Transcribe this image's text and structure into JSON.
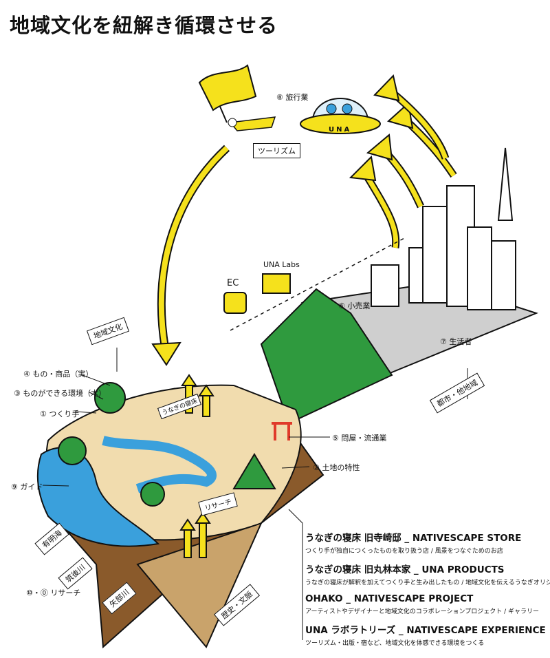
{
  "page_title": "地域文化を紐解き循環させる",
  "labels": {
    "travel": "⑧ 旅行業",
    "retail": "⑥ 小売業",
    "consumer": "⑦ 生活者",
    "goods": "④ もの・商品（実）",
    "env": "③ ものができる環境（木）",
    "maker": "① つくり手",
    "wholesale": "⑤ 問屋・流通業",
    "land": "② 土地の特性",
    "guide": "⑨ ガイド",
    "research": "⑩・⓪ リサーチ"
  },
  "hand_labels": {
    "tourism": "ツーリズム",
    "local_culture": "地域文化",
    "ec": "EC",
    "una_labs": "UNA Labs",
    "urban": "都市・他地域",
    "ariake": "有明海",
    "chikugo": "筑後川",
    "yabe": "矢部川",
    "history": "歴史・文脈",
    "research_tag": "リサーチ",
    "ufo_text": "UNA",
    "shop_sign": "うなぎの寝床"
  },
  "legend": [
    {
      "title": "うなぎの寝床 旧寺崎邸 _ NATIVESCAPE STORE",
      "desc": "つくり手が独自につくったものを取り扱う店 / 風景をつなぐためのお店"
    },
    {
      "title": "うなぎの寝床 旧丸林本家 _ UNA PRODUCTS",
      "desc": "うなぎの寝床が解釈を加えてつくり手と生み出したもの / 地域文化を伝えるうなぎオリジナル"
    },
    {
      "title": "OHAKO _ NATIVESCAPE PROJECT",
      "desc": "アーティストやデザイナーと地域文化のコラボレーションプロジェクト / ギャラリー"
    },
    {
      "title": "UNA ラボラトリーズ _ NATIVESCAPE EXPERIENCE",
      "desc": "ツーリズム・出版・宿など、地域文化を体感できる環境をつくる"
    }
  ],
  "colors": {
    "yellow": "#f5e11c",
    "green": "#2f9a3e",
    "blue": "#3aa0dc",
    "sand": "#f1dcae",
    "soil": "#8a5a2b",
    "red": "#e03a2a",
    "gray": "#cfcfcf"
  }
}
